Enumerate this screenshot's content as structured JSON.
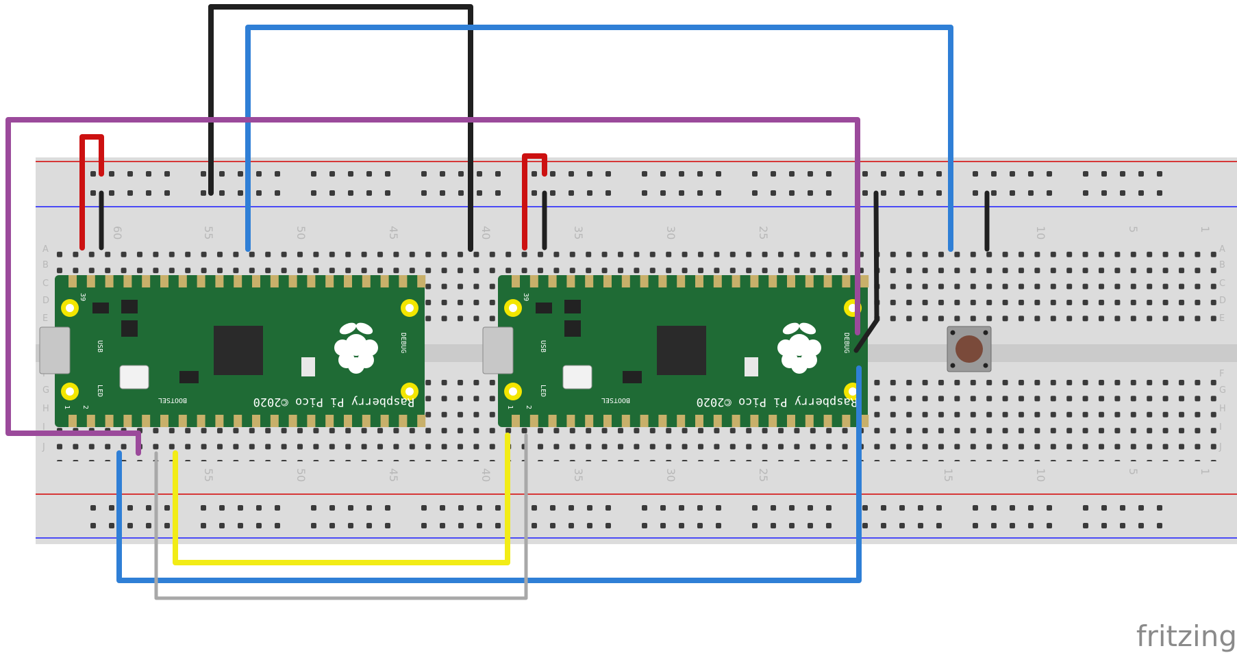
{
  "app": {
    "logo_text": "fritzing"
  },
  "breadboard": {
    "row_letters_left": [
      "A",
      "B",
      "C",
      "D",
      "E",
      "F",
      "G",
      "H",
      "I",
      "J"
    ],
    "row_letters_right": [
      "A",
      "B",
      "C",
      "D",
      "E",
      "F",
      "G",
      "H",
      "I",
      "J"
    ],
    "column_labels_top": [
      "60",
      "55",
      "50",
      "45",
      "40",
      "35",
      "30",
      "25",
      "10",
      "5",
      "1"
    ],
    "column_labels_bottom": [
      "55",
      "50",
      "45",
      "40",
      "35",
      "30",
      "25",
      "15",
      "10",
      "5",
      "1"
    ],
    "colors": {
      "body": "#dcdcdc",
      "rail_red": "#d40000",
      "rail_blue": "#1a1aff",
      "hole": "#3a3a3a",
      "hole_active": "#27c227"
    }
  },
  "boards": [
    {
      "silk_brand": "Raspberry Pi Pico ©2020",
      "silk_bootsel": "BOOTSEL",
      "silk_usb": "USB",
      "silk_led": "LED",
      "silk_debug": "DEBUG",
      "pin_39": "39",
      "pin_1": "1",
      "pin_2": "2"
    },
    {
      "silk_brand": "Raspberry Pi Pico ©2020",
      "silk_bootsel": "BOOTSEL",
      "silk_usb": "USB",
      "silk_led": "LED",
      "silk_debug": "DEBUG",
      "pin_39": "39",
      "pin_1": "1",
      "pin_2": "2"
    }
  ],
  "wire_colors": {
    "black": "#202020",
    "blue": "#2f7fd6",
    "purple": "#9b4a9b",
    "red": "#cc1111",
    "yellow": "#f2ec16",
    "grey": "#a8a8a8"
  },
  "pushbutton": {
    "icon": "pushbutton-icon"
  }
}
